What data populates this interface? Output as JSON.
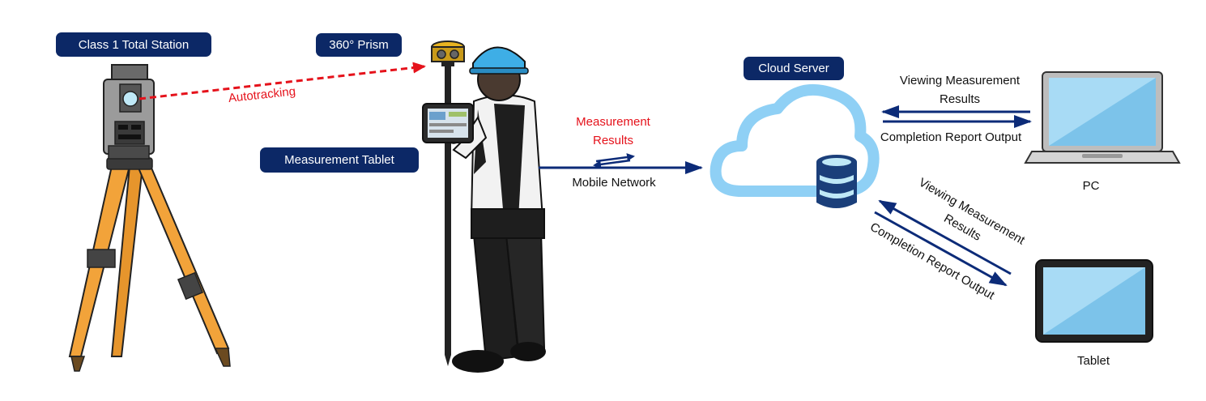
{
  "labels": {
    "total_station": "Class 1 Total Station",
    "prism": "360° Prism",
    "tablet_device": "Measurement Tablet",
    "cloud_server": "Cloud Server"
  },
  "annotations": {
    "autotracking": "Autotracking",
    "measurement_results_line1": "Measurement",
    "measurement_results_line2": "Results",
    "mobile_network": "Mobile Network",
    "pc_viewing_line1": "Viewing Measurement",
    "pc_viewing_line2": "Results",
    "pc_completion": "Completion Report Output",
    "tablet_viewing_line1": "Viewing Measurement",
    "tablet_viewing_line2": "Results",
    "tablet_completion": "Completion Report Output"
  },
  "devices": {
    "pc": "PC",
    "tablet": "Tablet"
  },
  "colors": {
    "pill_bg": "#0c2866",
    "arrow": "#0c2b78",
    "highlight": "#e5121b",
    "cloud": "#8fd0f5",
    "database": "#1b3f7a",
    "tripod": "#f2a33a"
  }
}
